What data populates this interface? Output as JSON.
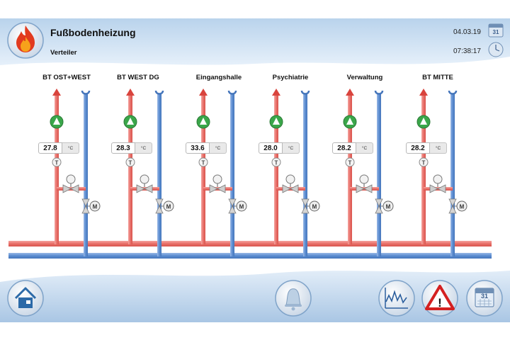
{
  "header": {
    "title": "Fußbodenheizung",
    "subtitle": "Verteiler",
    "date": "04.03.19",
    "time": "07:38:17",
    "calendar_day": "31",
    "app_icon": "flame-icon"
  },
  "circuits": [
    {
      "label": "BT OST+WEST",
      "temperature": "27.8",
      "unit": "°C"
    },
    {
      "label": "BT WEST DG",
      "temperature": "28.3",
      "unit": "°C"
    },
    {
      "label": "Eingangshalle",
      "temperature": "33.6",
      "unit": "°C"
    },
    {
      "label": "Psychiatrie",
      "temperature": "28.0",
      "unit": "°C"
    },
    {
      "label": "Verwaltung",
      "temperature": "28.2",
      "unit": "°C"
    },
    {
      "label": "BT MITTE",
      "temperature": "28.2",
      "unit": "°C"
    }
  ],
  "symbols": {
    "sensor_letter": "T",
    "motor_letter": "M"
  },
  "footer": {
    "home": "home-icon",
    "alarm_bell": "bell-icon",
    "trend": "trend-chart-icon",
    "warning": "warning-icon",
    "warning_mark": "!",
    "calendar": "calendar-icon",
    "calendar_day": "31"
  },
  "colors": {
    "supply_pipe": "#e8706a",
    "return_pipe": "#5b8dd1",
    "pump": "#3aa64a",
    "header_band": "#c9dcef",
    "warning_red": "#d42020"
  }
}
